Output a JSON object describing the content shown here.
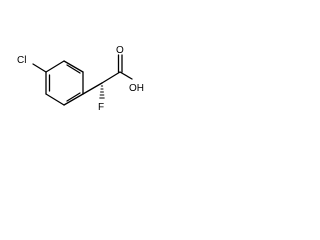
{
  "molecule": {
    "atoms": {
      "chlorine": "Cl",
      "hydroxyl": "OH",
      "carbonyl_oxygen": "O",
      "fluorine": "F"
    }
  }
}
